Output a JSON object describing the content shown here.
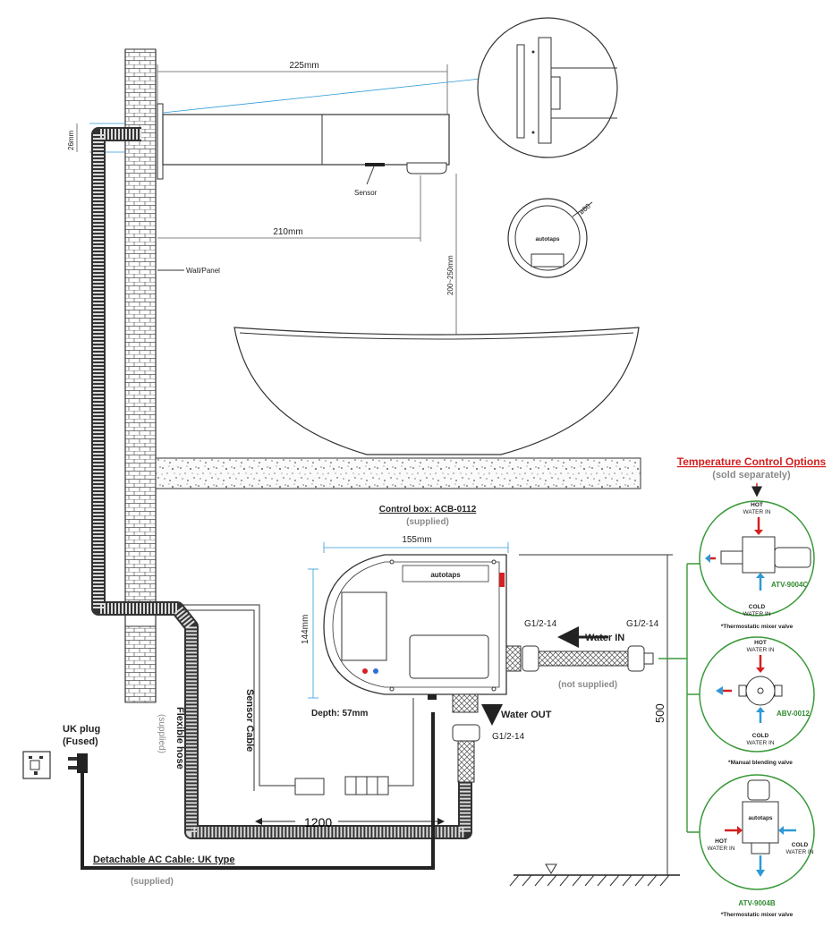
{
  "dimensions": {
    "d225": "225mm",
    "d26": "26mm",
    "d210": "210mm",
    "d200_250": "200~250mm",
    "d60": "ø60",
    "d155": "155mm",
    "d144": "144mm",
    "depth": "Depth: 57mm",
    "d500": "500",
    "d1200": "1200"
  },
  "labels": {
    "sensor": "Sensor",
    "wall_panel": "Wall/Panel",
    "control_box": "Control box: ACB-0112",
    "supplied": "(supplied)",
    "g12_left": "G1/2-14",
    "g12_right": "G1/2-14",
    "g12_out": "G1/2-14",
    "water_in": "Water IN",
    "not_supplied": "(not supplied)",
    "water_out": "Water OUT",
    "sensor_cable": "Sensor Cable",
    "flexible_hose": "Flexible hose",
    "hose_supplied": "(supplied)",
    "uk_plug_1": "UK plug",
    "uk_plug_2": "(Fused)",
    "ac_cable": "Detachable AC Cable: UK type",
    "ac_supplied": "(supplied)",
    "brand": "autotaps"
  },
  "options": {
    "title": "Temperature Control Options",
    "subtitle": "(sold separately)",
    "items": [
      {
        "hot_1": "HOT",
        "hot_2": "WATER IN",
        "cold_1": "COLD",
        "cold_2": "WATER IN",
        "model": "ATV-9004C",
        "caption": "*Thermostatic mixer valve"
      },
      {
        "hot_1": "HOT",
        "hot_2": "WATER IN",
        "cold_1": "COLD",
        "cold_2": "WATER IN",
        "model": "ABV-0012",
        "caption": "*Manual blending valve"
      },
      {
        "hot_1": "HOT",
        "hot_2": "WATER IN",
        "cold_1": "COLD",
        "cold_2": "WATER IN",
        "model": "ATV-9004B",
        "caption": "*Thermostatic mixer valve",
        "brand": "autotaps"
      }
    ]
  },
  "colors": {
    "accent_red": "#d42020",
    "model_green": "#2f8a2f",
    "dim_blue": "#2e9ad6",
    "gray_text": "#8a8a8a",
    "arrow_blue": "#2e9ad6"
  }
}
